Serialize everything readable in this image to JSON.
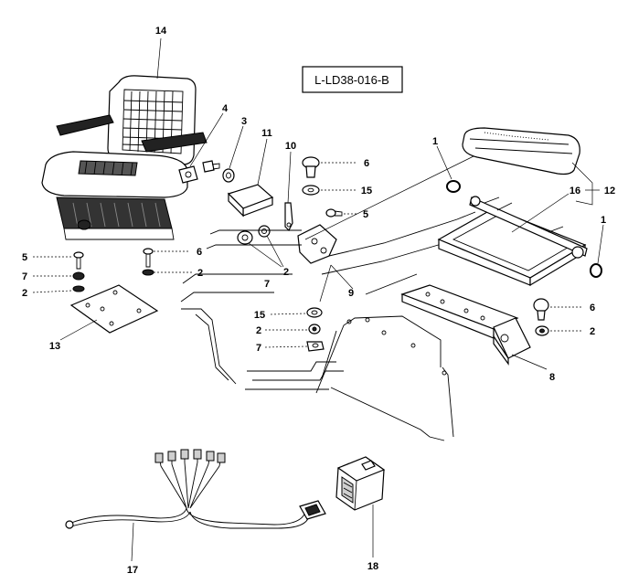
{
  "reference_code": "L-LD38-016-B",
  "callouts": {
    "c14": "14",
    "c4": "4",
    "c3": "3",
    "c11": "11",
    "c10": "10",
    "c6a": "6",
    "c15a": "15",
    "c5a": "5",
    "c1a": "1",
    "c16": "16",
    "c12": "12",
    "c1b": "1",
    "c5b": "5",
    "c6b": "6",
    "c7a": "7",
    "c2a": "2",
    "c2b": "2",
    "c2c": "2",
    "c7b": "7",
    "c13": "13",
    "c9": "9",
    "c15b": "15",
    "c2d": "2",
    "c7c": "7",
    "c6c": "6",
    "c2e": "2",
    "c8": "8",
    "c17": "17",
    "c18": "18"
  }
}
